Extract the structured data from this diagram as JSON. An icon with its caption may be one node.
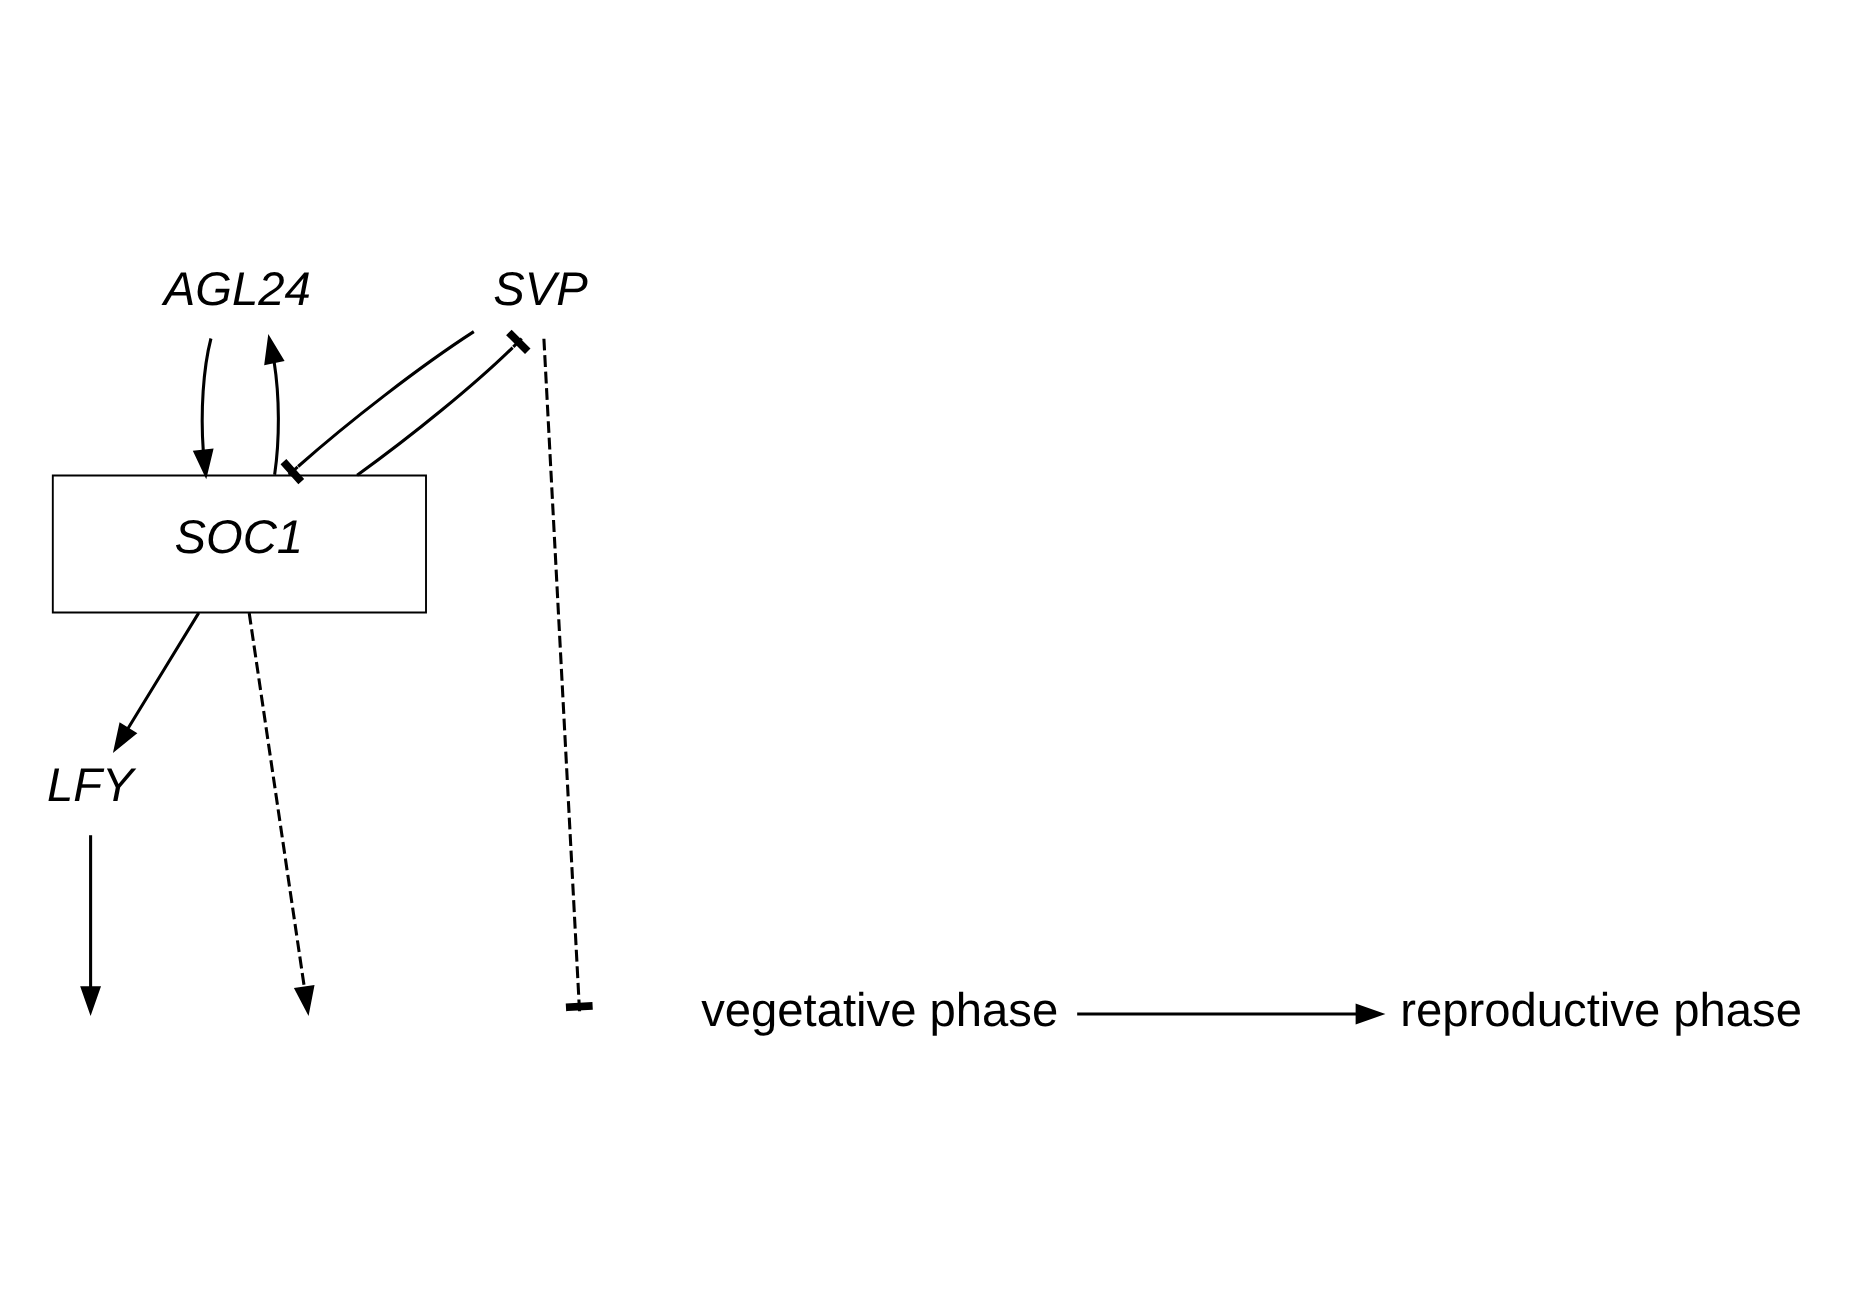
{
  "diagram": {
    "nodes": [
      {
        "text": [
          "AGL24"
        ]
      },
      {
        "text": [
          "SVP"
        ]
      },
      {
        "text": [
          "SOC1"
        ]
      },
      {
        "text": [
          "LFY"
        ]
      },
      {
        "text": [
          "vegetative phase"
        ]
      },
      {
        "text": [
          "reproductive phase"
        ]
      }
    ],
    "edges": [
      {
        "from": 0,
        "to": 2,
        "arrow": "to"
      },
      {
        "from": 2,
        "to": 0,
        "arrow": "to"
      },
      {
        "from": 1,
        "to": 2,
        "arrow": "other"
      },
      {
        "from": 2,
        "to": 1,
        "arrow": "other"
      },
      {
        "from": 2,
        "to": 3,
        "arrow": "to"
      },
      {
        "from": 2,
        "to": null,
        "arrow": "to",
        "style": "dashed"
      },
      {
        "from": 3,
        "to": null,
        "arrow": "to"
      },
      {
        "from": 1,
        "to": null,
        "arrow": "other",
        "style": "dashed"
      },
      {
        "from": 4,
        "to": 5,
        "arrow": "to"
      }
    ]
  }
}
